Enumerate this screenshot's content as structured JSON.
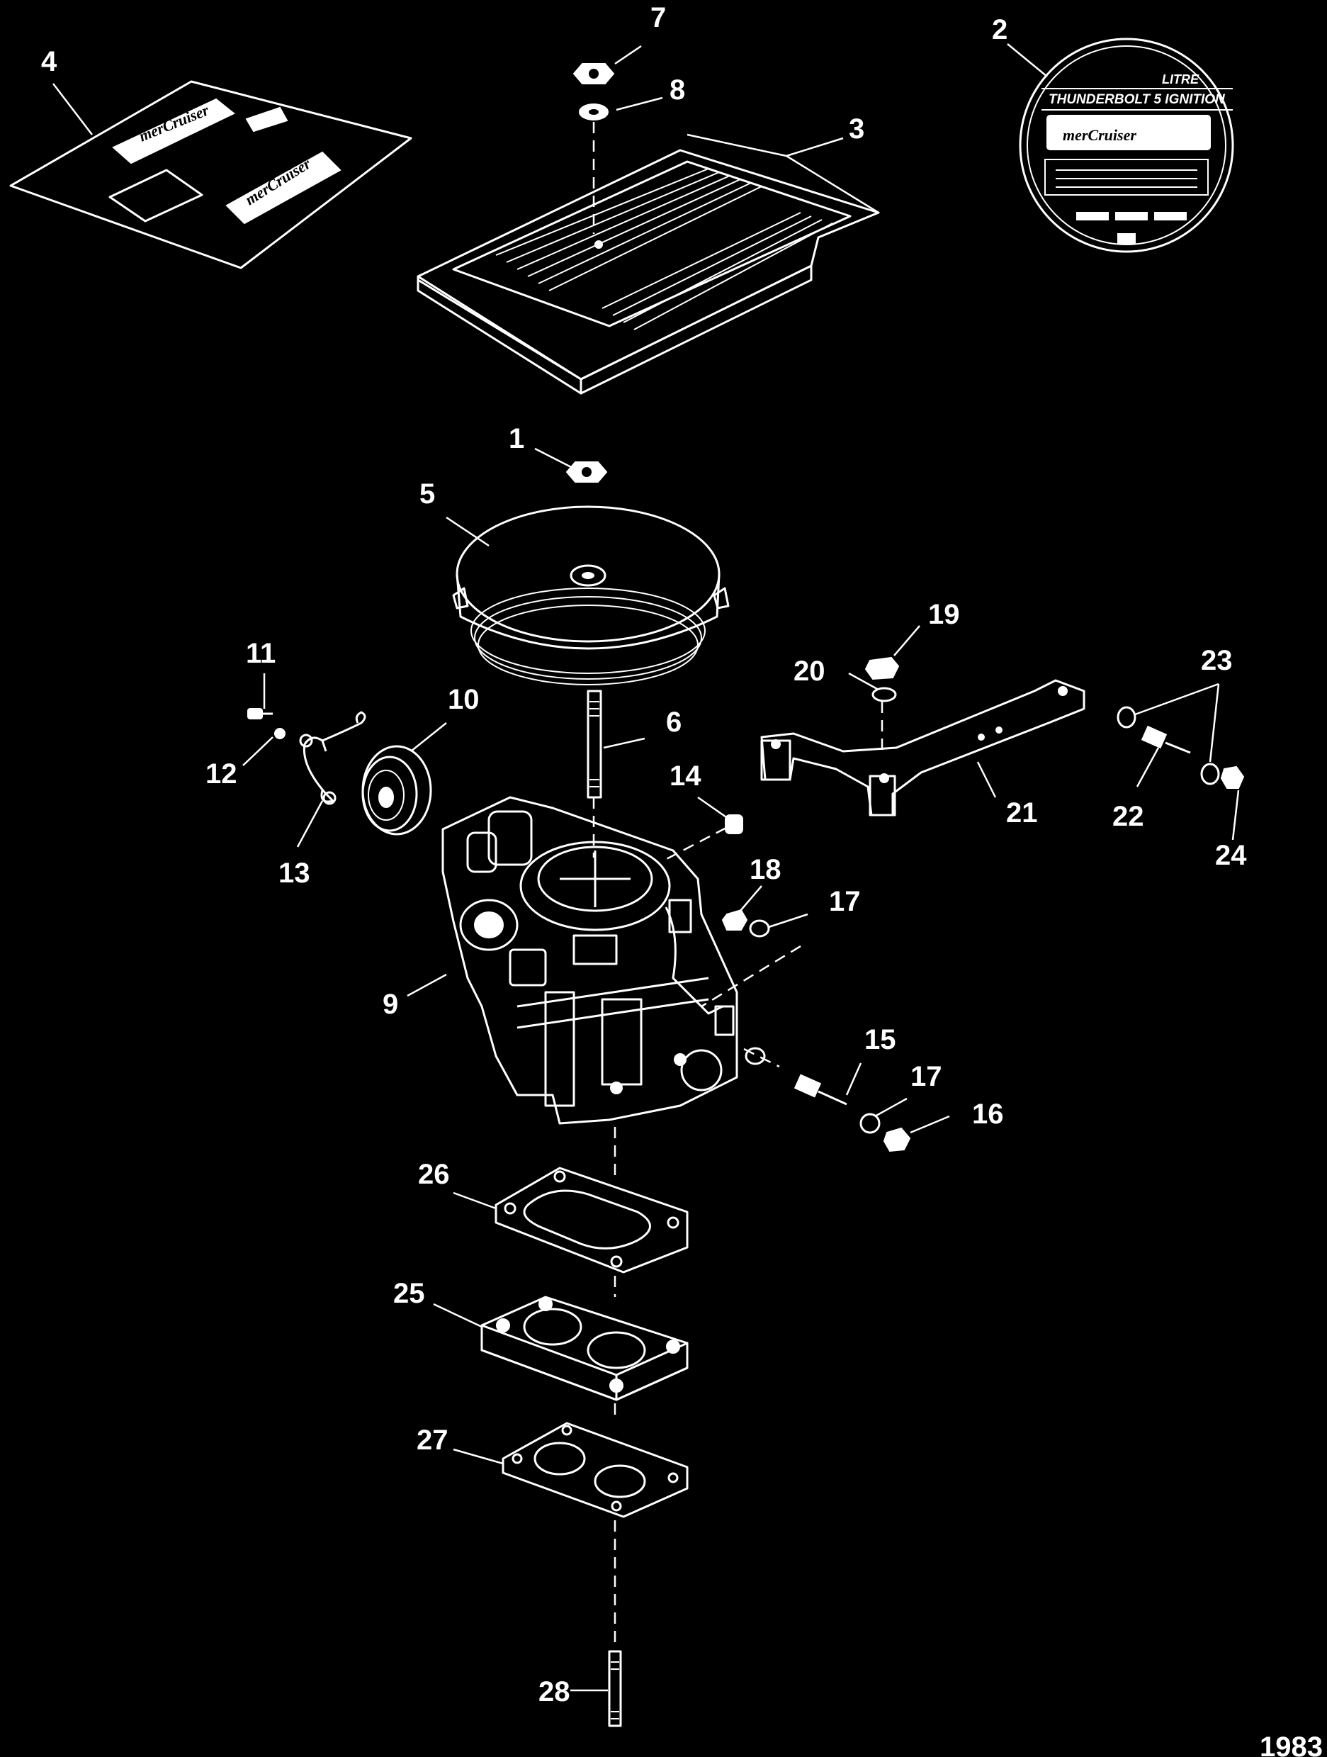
{
  "diagram": {
    "figure_number": "1983",
    "callouts": [
      "1",
      "2",
      "3",
      "4",
      "5",
      "6",
      "7",
      "8",
      "9",
      "10",
      "11",
      "12",
      "13",
      "14",
      "15",
      "16",
      "17",
      "17",
      "18",
      "19",
      "20",
      "21",
      "22",
      "23",
      "24",
      "25",
      "26",
      "27",
      "28"
    ],
    "plate": {
      "line1": "LITRE",
      "line2": "THUNDERBOLT 5 IGNITION",
      "brand": "merCruiser"
    },
    "decal": {
      "brand_top": "merCruiser",
      "brand_bottom": "merCruiser"
    }
  }
}
